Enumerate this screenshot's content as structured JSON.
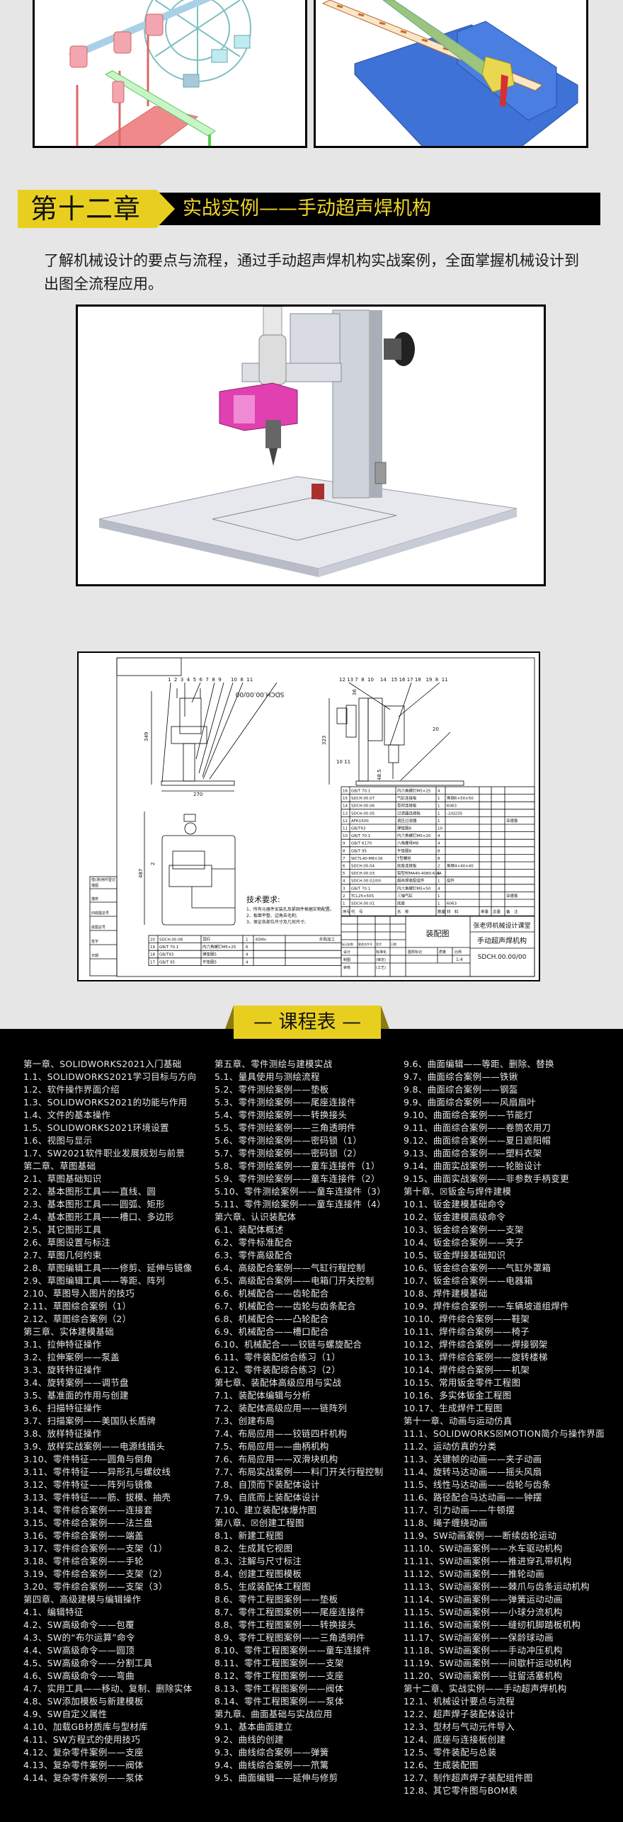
{
  "top_images": [
    {
      "name": "water-wheel-mechanism"
    },
    {
      "name": "ratchet-rack-mechanism"
    }
  ],
  "chapter_banner": {
    "chapter": "第十二章",
    "title": "实战实例——手动超声焊机构"
  },
  "intro": "了解机械设计的要点与流程，通过手动超声焊机构实战案例，全面掌握机械设计到出图全流程应用。",
  "drawing": {
    "rotated_code": "SDCH.00.00/00",
    "balloons_left": "1  2  3  4  5  6  7  8  9      10  8  11",
    "balloons_right": "12 13 7  8  10    14   15 16 17 18   19  8  11",
    "balloon_20": "20",
    "balloon_10_11": "10 11",
    "dims": {
      "h_left": "349",
      "w_base": "270",
      "h_right": "323",
      "top_right": "36",
      "gap": "48.5",
      "h_bottom": "487",
      "small": "2"
    },
    "tech_title": "技术要求:",
    "tech_items": [
      "1、所有元器件安装孔及紧固件根据实物配置。",
      "2、板面平整、边角去毛刺;",
      "3、保证各部位尺寸及几何尺寸;"
    ],
    "bom_header": [
      "序号",
      "代　号",
      "名　称",
      "数量",
      "材　料",
      "单重",
      "总重",
      "备　注"
    ],
    "bom_rows": [
      [
        "16",
        "GB/T 70.1",
        "内六角螺钉M5×25",
        "4",
        "",
        "",
        "",
        ""
      ],
      [
        "15",
        "SDCH.00.07",
        "气缸连接板",
        "1",
        "角钢6×50×50",
        "",
        "",
        ""
      ],
      [
        "14",
        "SDCH.00.06",
        "型材连接板",
        "1",
        "6063",
        "",
        "",
        ""
      ],
      [
        "13",
        "SDCH.00.05",
        "过滤器连接板",
        "1",
        "-2/Q235",
        "",
        "",
        ""
      ],
      [
        "12",
        "AFR1500",
        "调压过滤器",
        "1",
        "",
        "",
        "",
        "亚德客"
      ],
      [
        "11",
        "GB/T93",
        "弹垫圈8",
        "10",
        "",
        "",
        "",
        ""
      ],
      [
        "10",
        "GB/T 70.1",
        "内六角螺钉M5×20",
        "4",
        "",
        "",
        "",
        ""
      ],
      [
        "9",
        "GB/T 6170",
        "六角螺母M8",
        "4",
        "",
        "",
        "",
        ""
      ],
      [
        "8",
        "GB/T 95",
        "平垫圈8",
        "8",
        "",
        "",
        "",
        ""
      ],
      [
        "7",
        "WCTL40-M8×16",
        "T型螺栓",
        "8",
        "",
        "",
        "",
        ""
      ],
      [
        "6",
        "SDCH.00.04",
        "底座连接板",
        "2",
        "角钢4×40×40",
        "",
        "",
        ""
      ],
      [
        "5",
        "SDCH.00.03",
        "铝型材MA40-4080-6-4A",
        "1",
        "",
        "",
        "",
        ""
      ],
      [
        "4",
        "SDCH.00.02/00",
        "超声焊装配组件",
        "1",
        "组件",
        "",
        "",
        ""
      ],
      [
        "3",
        "GB/T 70.1",
        "内六角螺钉M5×50",
        "4",
        "",
        "",
        "",
        ""
      ],
      [
        "2",
        "TCL25×50S",
        "三轴气缸",
        "1",
        "",
        "",
        "",
        "亚德客"
      ],
      [
        "1",
        "SDCH.00.01",
        "底座",
        "1",
        "6063",
        "",
        "",
        ""
      ]
    ],
    "lower_rows": [
      [
        "20",
        "SDCH.00.08",
        "顶杆",
        "1",
        "65Mn",
        "外购加工"
      ],
      [
        "19",
        "GB/T 70.1",
        "内六角螺钉M5×25",
        "6",
        "",
        ""
      ],
      [
        "18",
        "GB/T93",
        "弹垫圈5",
        "4",
        "",
        ""
      ],
      [
        "17",
        "GB/T 95",
        "平垫圈5",
        "4",
        "",
        ""
      ]
    ],
    "title_block": {
      "drawing_type": "装配图",
      "company": "张老师机械设计课堂",
      "part_name": "手动超声焊机构",
      "code": "SDCH.00.00/00",
      "mark": "图样标记",
      "mass": "质量",
      "scale_label": "比例",
      "scale": "1:4",
      "rev_labels": [
        "标记处数",
        "更改文件号",
        "签字",
        "日期"
      ],
      "roles": [
        "设计",
        "制图",
        "审核"
      ],
      "approvals": [
        "标准化",
        "(审定)",
        "(工艺)"
      ]
    },
    "margin_labels": [
      "借(通)用件登记",
      "描图",
      "描校",
      "旧底图总号",
      "底图总号",
      "签字",
      "日期"
    ]
  },
  "course_banner": "— 课程表 —",
  "courses": {
    "col1": [
      "第一章、SOLIDWORKS2021入门基础",
      "1.1、SOLIDWORKS2021学习目标与方向",
      "1.2、软件操作界面介绍",
      "1.3、SOLIDWORKS2021的功能与作用",
      "1.4、文件的基本操作",
      "1.5、SOLIDWORKS2021环境设置",
      "1.6、视图与显示",
      "1.7、SW2021软件职业发展规划与前景",
      "第二章、草图基础",
      "2.1、草图基础知识",
      "2.2、基本图形工具——直线、圆",
      "2.3、基本图形工具——圆弧、矩形",
      "2.4、基本图形工具——槽口、多边形",
      "2.5、其它图形工具",
      "2.6、草图设置与标注",
      "2.7、草图几何约束",
      "2.8、草图编辑工具——修剪、延伸与镜像",
      "2.9、草图编辑工具——等距、阵列",
      "2.10、草图导入图片的技巧",
      "2.11、草图综合案例（1）",
      "2.12、草图综合案例（2）",
      "第三章、实体建模基础",
      "3.1、拉伸特征操作",
      "3.2、拉伸案例——泵盖",
      "3.3、旋转特征操作",
      "3.4、旋转案例——调节盘",
      "3.5、基准面的作用与创建",
      "3.6、扫描特征操作",
      "3.7、扫描案例——美国队长盾牌",
      "3.8、放样特征操作",
      "3.9、放样实战案例——电源线插头",
      "3.10、零件特征——圆角与倒角",
      "3.11、零件特征——异形孔与螺纹线",
      "3.12、零件特征——阵列与镜像",
      "3.13、零件特征——筋、拔模、抽壳",
      "3.14、零件综合案例——连接套",
      "3.15、零件综合案例——法兰盘",
      "3.16、零件综合案例——端盖",
      "3.17、零件综合案例——支架（1）",
      "3.18、零件综合案例——手轮",
      "3.19、零件综合案例——支架（2）",
      "3.20、零件综合案例——支架（3）",
      "第四章、高级建模与编辑操作",
      "4.1、编辑特征",
      "4.2、SW高级命令——包覆",
      "4.3、SW的“布尔运算”命令",
      "4.4、SW高级命令——圆顶",
      "4.5、SW高级命令——分割工具",
      "4.6、SW高级命令——弯曲",
      "4.7、实用工具——移动、复制、删除实体",
      "4.8、SW添加模板与新建模板",
      "4.9、SW自定义属性",
      "4.10、加载GB材质库与型材库",
      "4.11、SW方程式的使用技巧",
      "4.12、复杂零件案例——支座",
      "4.13、复杂零件案例——阀体",
      "4.14、复杂零件案例——泵体"
    ],
    "col2": [
      "第五章、零件测绘与建模实战",
      "5.1、量具使用与测绘流程",
      "5.2、零件测绘案例——垫板",
      "5.3、零件测绘案例——尾座连接件",
      "5.4、零件测绘案例——转换接头",
      "5.5、零件测绘案例——三角透明件",
      "5.6、零件测绘案例——密码锁（1）",
      "5.7、零件测绘案例——密码锁（2）",
      "5.8、零件测绘案例——童车连接件（1）",
      "5.9、零件测绘案例——童车连接件（2）",
      "5.10、零件测绘案例——童车连接件（3）",
      "5.11、零件测绘案例——童车连接件（4）",
      "第六章、认识装配体",
      "6.1、装配体概述",
      "6.2、零件标准配合",
      "6.3、零件高级配合",
      "6.4、高级配合案例——气缸行程控制",
      "6.5、高级配合案例——电箱门开关控制",
      "6.6、机械配合——齿轮配合",
      "6.7、机械配合——齿轮与齿条配合",
      "6.8、机械配合——凸轮配合",
      "6.9、机械配合——槽口配合",
      "6.10、机械配合——铰链与螺旋配合",
      "6.11、零件装配综合练习（1）",
      "6.12、零件装配综合练习（2）",
      "第七章、装配体高级应用与实战",
      "7.1、装配体编辑与分析",
      "7.2、装配体高级应用——链阵列",
      "7.3、创建布局",
      "7.4、布局应用——铰链四杆机构",
      "7.5、布局应用——曲柄机构",
      "7.6、布局应用——双滑块机构",
      "7.7、布局实战案例——料门开关行程控制",
      "7.8、自顶而下装配体设计",
      "7.9、自底而上装配体设计",
      "7.10、建立装配体爆炸图",
      "第八章、☒创建工程图",
      "8.1、新建工程图",
      "8.2、生成其它视图",
      "8.3、注解与尺寸标注",
      "8.4、创建工程图模板",
      "8.5、生成装配体工程图",
      "8.6、零件工程图案例——垫板",
      "8.7、零件工程图案例——尾座连接件",
      "8.8、零件工程图案例——转换接头",
      "8.9、零件工程图案例——三角透明件",
      "8.10、零件工程图案例——童车连接件",
      "8.11、零件工程图案例——支架",
      "8.12、零件工程图案例——支座",
      "8.13、零件工程图案例——阀体",
      "8.14、零件工程图案例——泵体",
      "第九章、曲面基础与实战应用",
      "9.1、基本曲面建立",
      "9.2、曲线的创建",
      "9.3、曲线综合案例——弹簧",
      "9.4、曲线综合案例——笊篱",
      "9.5、曲面编辑——延伸与修剪"
    ],
    "col3": [
      "9.6、曲面编辑——等距、删除、替换",
      "9.7、曲面综合案例——铁锹",
      "9.8、曲面综合案例——钢盔",
      "9.9、曲面综合案例——风扇扇叶",
      "9.10、曲面综合案例——节能灯",
      "9.11、曲面综合案例——卷筒农用刀",
      "9.12、曲面综合案例——夏日遮阳帽",
      "9.13、曲面综合案例——塑料衣架",
      "9.14、曲面实战案例——轮胎设计",
      "9.15、曲面实战案例——非参数手柄变更",
      "第十章、☒钣金与焊件建模",
      "10.1、钣金建模基础命令",
      "10.2、钣金建模高级命令",
      "10.3、钣金综合案例——支架",
      "10.4、钣金综合案例——夹子",
      "10.5、钣金焊接基础知识",
      "10.6、钣金综合案例——气缸外罩箱",
      "10.7、钣金综合案例——电器箱",
      "10.8、焊件建模基础",
      "10.9、焊件综合案例——车辆坡道组焊件",
      "10.10、焊件综合案例——鞋架",
      "10.11、焊件综合案例——椅子",
      "10.12、焊件综合案例——焊接钢架",
      "10.13、焊件综合案例——旋转楼梯",
      "10.14、焊件综合案例——机架",
      "10.15、常用钣金零件工程图",
      "10.16、多实体钣金工程图",
      "10.17、生成焊件工程图",
      "第十一章、动画与运动仿真",
      "11.1、SOLIDWORKS☒MOTION简介与操作界面",
      "11.2、运动仿真的分类",
      "11.3、关键帧的动画——夹子动画",
      "11.4、旋转马达动画——摇头风扇",
      "11.5、线性马达动画——齿轮与齿条",
      "11.6、路径配合马达动画——钟摆",
      "11.7、引力动画——牛顿摆",
      "11.8、绳子缠绕动画",
      "11.9、SW动画案例——断续齿轮运动",
      "11.10、SW动画案例——水车驱动机构",
      "11.11、SW动画案例——推进穿孔带机构",
      "11.12、SW动画案例——推轮动画",
      "11.13、SW动画案例——棘爪与齿条运动机构",
      "11.14、SW动画案例——弹簧运动动画",
      "11.15、SW动画案例——小球分流机构",
      "11.16、SW动画案例——缝纫机脚踏板机构",
      "11.17、SW动画案例——保龄球动画",
      "11.18、SW动画案例——手动冲压机构",
      "11.19、SW动画案例——间歇杆运动机构",
      "11.20、SW动画案例——驻留活塞机构",
      "第十二章、实战实例——手动超声焊机构",
      "12.1、机械设计要点与流程",
      "12.2、超声焊子装配体设计",
      "12.3、型材与气动元件导入",
      "12.4、底座与连接板创建",
      "12.5、零件装配与总装",
      "12.6、生成装配图",
      "12.7、制作超声焊子装配组件图",
      "12.8、其它零件图与BOM表"
    ]
  },
  "colors": {
    "accent_yellow": "#e8cf1f",
    "page_bg": "#e6e6e6",
    "list_bg": "#000000"
  }
}
